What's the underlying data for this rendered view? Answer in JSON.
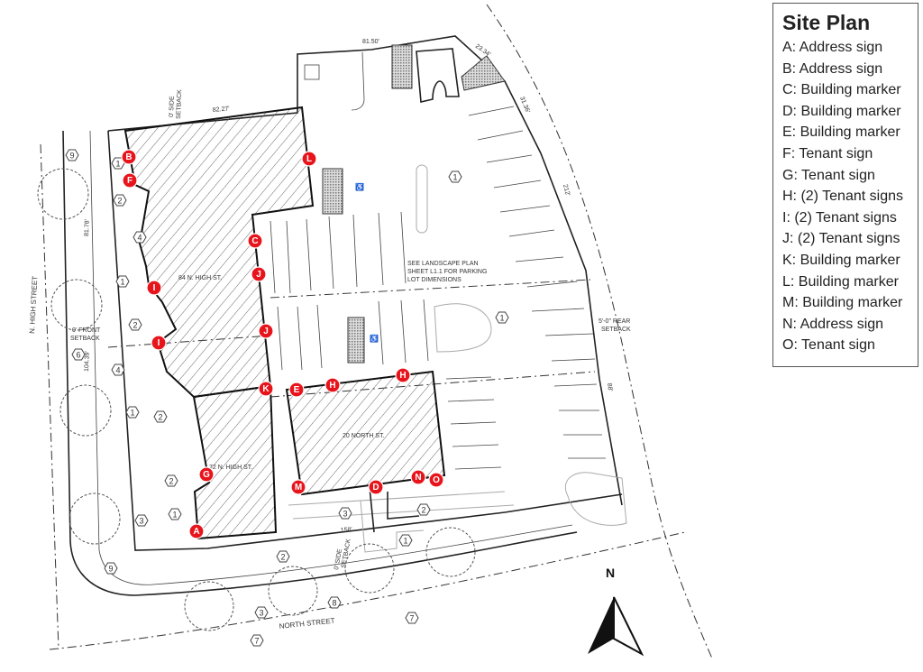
{
  "legend": {
    "title": "Site Plan",
    "items": [
      "A: Address sign",
      "B: Address sign",
      "C: Building marker",
      "D: Building marker",
      "E: Building marker",
      "F: Tenant sign",
      "G: Tenant sign",
      "H: (2) Tenant signs",
      "I: (2) Tenant signs",
      "J: (2) Tenant signs",
      "K: Building marker",
      "L: Building marker",
      "M: Building marker",
      "N: Address sign",
      "O: Tenant sign"
    ]
  },
  "markers": [
    "A",
    "B",
    "C",
    "D",
    "E",
    "F",
    "G",
    "H",
    "I",
    "J",
    "K",
    "L",
    "M",
    "N",
    "O"
  ],
  "buildings": {
    "b84": "84 N. HIGH ST.",
    "b72": "72 N. HIGH ST.",
    "b20": "20 NORTH ST."
  },
  "streets": {
    "west": "N. HIGH STREET",
    "south": "NORTH STREET"
  },
  "notes": {
    "landscape": [
      "SEE LANDSCAPE PLAN",
      "SHEET L1.1 FOR PARKING",
      "LOT DIMENSIONS"
    ]
  },
  "dimensions": {
    "d1": "81.50'",
    "d2": "23.34'",
    "d3": "31.36'",
    "d4": "212'",
    "d5": "88'",
    "d6": "82.27'",
    "d7": "81.78'",
    "d8": "104.39'",
    "d9": "158'"
  },
  "setbacks": {
    "side_top": [
      "0' SIDE",
      "SETBACK"
    ],
    "front": [
      "0' FRONT",
      "SETBACK"
    ],
    "side_bottom": [
      "0' SIDE",
      "SETBACK"
    ],
    "rear": [
      "5'-0\" REAR",
      "SETBACK"
    ]
  },
  "callouts": [
    "9",
    "1",
    "2",
    "4",
    "1",
    "2",
    "6",
    "4",
    "1",
    "2",
    "2",
    "1",
    "3",
    "9",
    "3",
    "7",
    "8",
    "7",
    "2",
    "3",
    "1",
    "2",
    "1",
    "1"
  ],
  "north_arrow": "N",
  "colors": {
    "marker": "#e8141c",
    "line": "#222222"
  }
}
